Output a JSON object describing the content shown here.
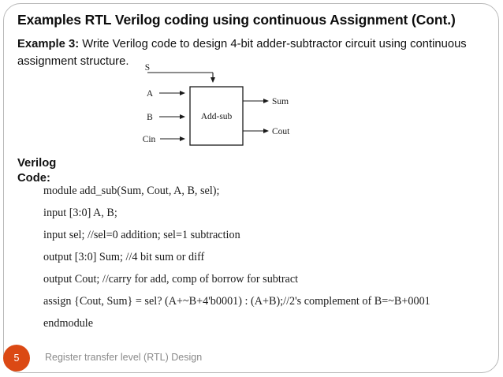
{
  "slide": {
    "title": "Examples RTL Verilog coding using continuous Assignment (Cont.)",
    "body_lead": "Example 3:",
    "body_rest": " Write Verilog code to design 4-bit adder-subtractor circuit using continuous assignment structure.",
    "verilog_code_label": "Verilog Code:"
  },
  "diagram": {
    "block_label": "Add-sub",
    "top_input": "S",
    "inputs": [
      "A",
      "B",
      "Cin"
    ],
    "outputs": [
      "Sum",
      "Cout"
    ]
  },
  "code": {
    "lines": [
      "module add_sub(Sum, Cout, A, B, sel);",
      "input [3:0] A, B;",
      "input sel; //sel=0 addition; sel=1 subtraction",
      "output [3:0] Sum; //4 bit sum or diff",
      "output Cout; //carry for add, comp of borrow for subtract",
      "assign {Cout, Sum} = sel? (A+~B+4'b0001) : (A+B);//2's complement of B=~B+0001",
      "endmodule"
    ]
  },
  "footer": {
    "page_number": "5",
    "text": "Register transfer level (RTL) Design",
    "badge_color": "#db4914",
    "text_color": "#8a8a8a"
  }
}
